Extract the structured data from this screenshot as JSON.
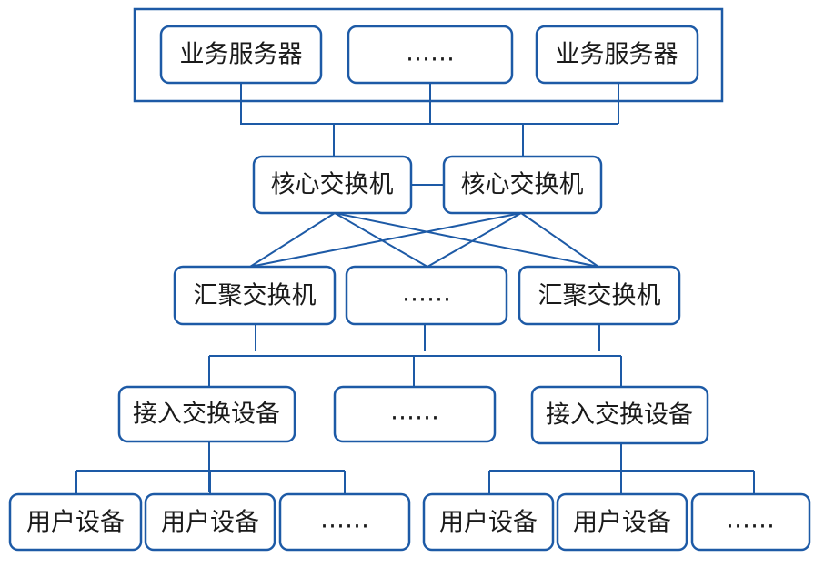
{
  "colors": {
    "stroke": "#1d5aa6",
    "text": "#1a1a1a",
    "background": "#ffffff"
  },
  "servers": {
    "left": "业务服务器",
    "middle": "……",
    "right": "业务服务器"
  },
  "core": {
    "left": "核心交换机",
    "right": "核心交换机"
  },
  "aggregation": {
    "left": "汇聚交换机",
    "middle": "……",
    "right": "汇聚交换机"
  },
  "access": {
    "left": "接入交换设备",
    "middle": "……",
    "right": "接入交换设备"
  },
  "users_left": {
    "a": "用户设备",
    "b": "用户设备",
    "more": "……"
  },
  "users_right": {
    "a": "用户设备",
    "b": "用户设备",
    "more": "……"
  }
}
